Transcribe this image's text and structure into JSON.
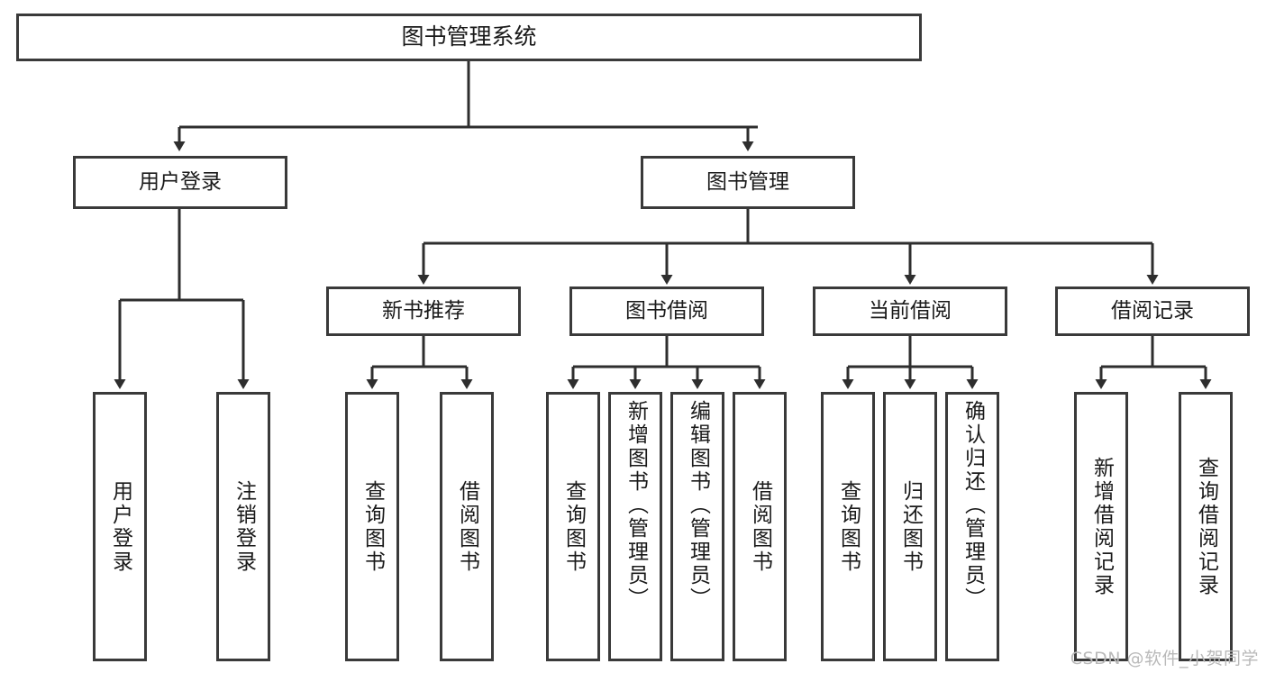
{
  "diagram": {
    "type": "tree-hierarchy",
    "title": "图书管理系统",
    "watermark": "CSDN @软件_小贺同学",
    "colors": {
      "box_border": "#3a3a3a",
      "box_fill": "#ffffff",
      "connector": "#2e2e2e",
      "text": "#1a1a1a",
      "watermark": "#b9b9b9",
      "background": "#ffffff"
    },
    "root": {
      "label": "图书管理系统",
      "level": 0
    },
    "level1": [
      {
        "label": "用户登录",
        "level": 1
      },
      {
        "label": "图书管理",
        "level": 1
      }
    ],
    "level2": [
      {
        "label": "新书推荐",
        "level": 2,
        "parent": "图书管理"
      },
      {
        "label": "图书借阅",
        "level": 2,
        "parent": "图书管理"
      },
      {
        "label": "当前借阅",
        "level": 2,
        "parent": "图书管理"
      },
      {
        "label": "借阅记录",
        "level": 2,
        "parent": "图书管理"
      }
    ],
    "leaves": [
      {
        "label": "用户登录",
        "parent": "用户登录",
        "group": "user-login"
      },
      {
        "label": "注销登录",
        "parent": "用户登录",
        "group": "user-login"
      },
      {
        "label": "查询图书",
        "parent": "新书推荐",
        "group": "new-book"
      },
      {
        "label": "借阅图书",
        "parent": "新书推荐",
        "group": "new-book"
      },
      {
        "label": "查询图书",
        "parent": "图书借阅",
        "group": "borrow"
      },
      {
        "label": "新增图书（管理员）",
        "parent": "图书借阅",
        "group": "borrow"
      },
      {
        "label": "编辑图书（管理员）",
        "parent": "图书借阅",
        "group": "borrow"
      },
      {
        "label": "借阅图书",
        "parent": "图书借阅",
        "group": "borrow"
      },
      {
        "label": "查询图书",
        "parent": "当前借阅",
        "group": "current"
      },
      {
        "label": "归还图书",
        "parent": "当前借阅",
        "group": "current"
      },
      {
        "label": "确认归还（管理员）",
        "parent": "当前借阅",
        "group": "current"
      },
      {
        "label": "新增借阅记录",
        "parent": "借阅记录",
        "group": "record"
      },
      {
        "label": "查询借阅记录",
        "parent": "借阅记录",
        "group": "record"
      }
    ]
  }
}
